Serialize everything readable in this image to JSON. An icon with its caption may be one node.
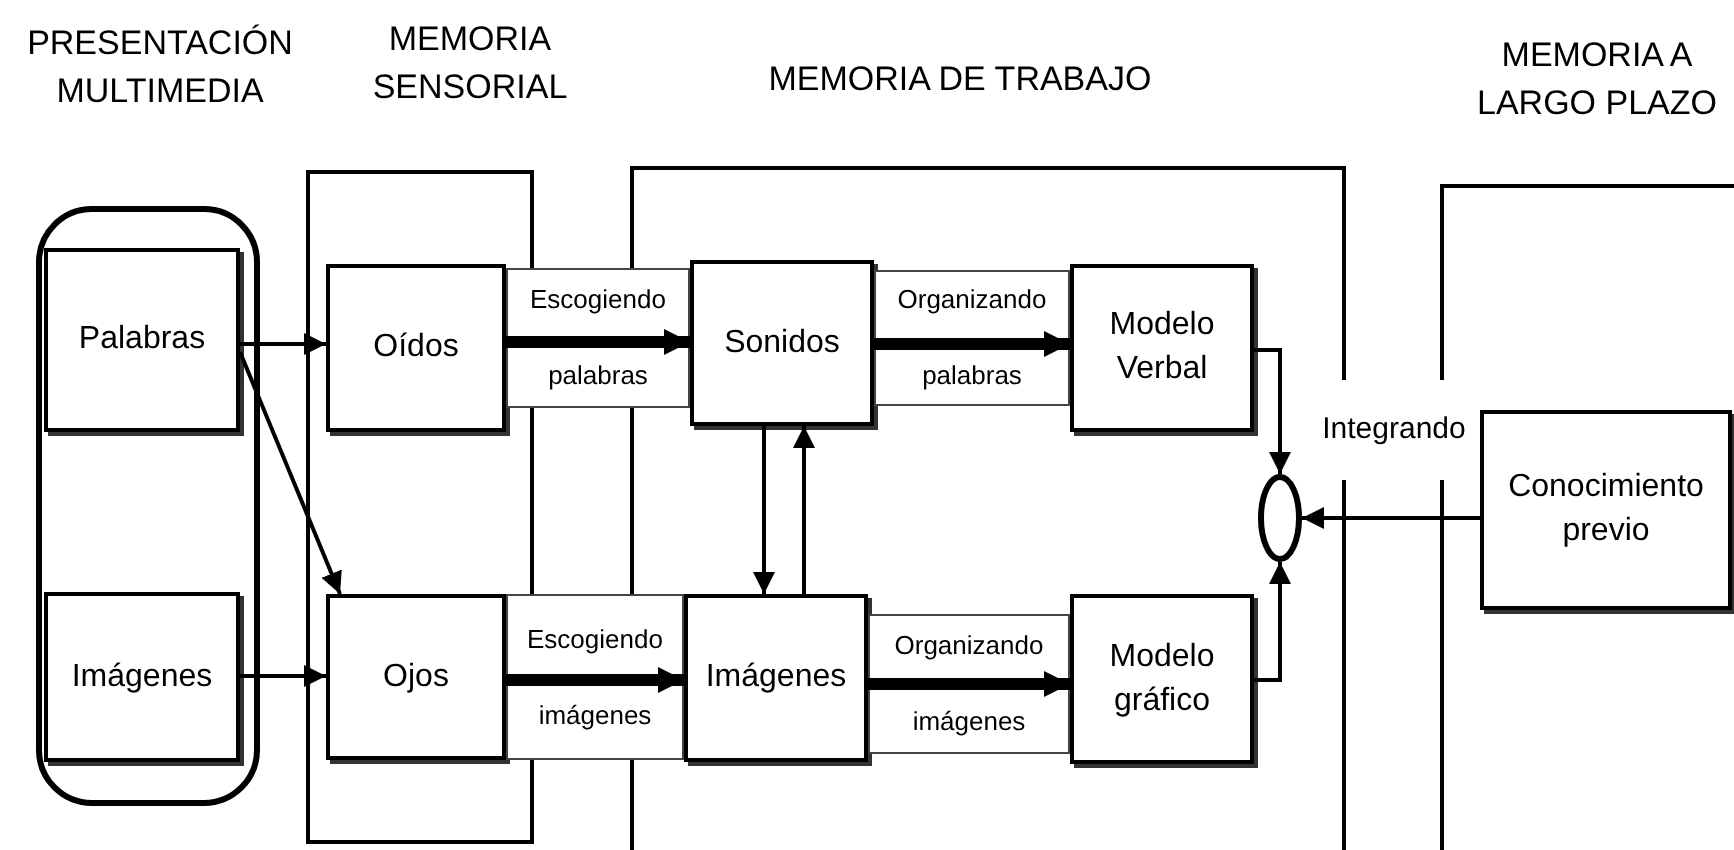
{
  "diagram": {
    "nodes": [
      {
        "text": [
          "PRESENTACIÓN MULTIMEDIA"
        ]
      },
      {
        "text": [
          "Palabras"
        ],
        "in": 0
      },
      {
        "text": [
          "Imágenes"
        ],
        "in": 0
      },
      {
        "text": [
          "MEMORIA SENSORIAL"
        ]
      },
      {
        "text": [
          "Oídos"
        ],
        "in": 3
      },
      {
        "text": [
          "Ojos"
        ],
        "in": 3
      },
      {
        "text": [
          "MEMORIA DE TRABAJO"
        ]
      },
      {
        "text": [
          "Sonidos"
        ],
        "in": 6
      },
      {
        "text": [
          "Imágenes"
        ],
        "in": 6
      },
      {
        "text": [
          "Modelo Verbal"
        ],
        "in": 6
      },
      {
        "text": [
          "Modelo gráfico"
        ],
        "in": 6
      },
      {
        "text": [],
        "shape": "circle",
        "in": 6
      },
      {
        "text": [
          "MEMORIA A LARGO PLAZO"
        ]
      },
      {
        "text": [
          "Conocimiento previo"
        ],
        "in": 12
      }
    ],
    "edges": [
      {
        "from": 1,
        "to": 4,
        "arrow": "to"
      },
      {
        "from": 1,
        "to": 5,
        "arrow": "to"
      },
      {
        "from": 2,
        "to": 5,
        "arrow": "to"
      },
      {
        "from": 4,
        "to": 7,
        "arrow": "to",
        "label": "Escogiendo palabras",
        "style": "thick"
      },
      {
        "from": 5,
        "to": 8,
        "arrow": "to",
        "label": "Escogiendo imágenes",
        "style": "thick"
      },
      {
        "from": 7,
        "to": 8,
        "arrow": "to"
      },
      {
        "from": 8,
        "to": 7,
        "arrow": "to"
      },
      {
        "from": 7,
        "to": 9,
        "arrow": "to",
        "label": "Organizando palabras",
        "style": "thick"
      },
      {
        "from": 8,
        "to": 10,
        "arrow": "to",
        "label": "Organizando imágenes",
        "style": "thick"
      },
      {
        "from": 9,
        "to": 11,
        "arrow": "to"
      },
      {
        "from": 10,
        "to": 11,
        "arrow": "to"
      },
      {
        "from": 13,
        "to": 11,
        "arrow": "to",
        "label": "Integrando"
      }
    ]
  }
}
